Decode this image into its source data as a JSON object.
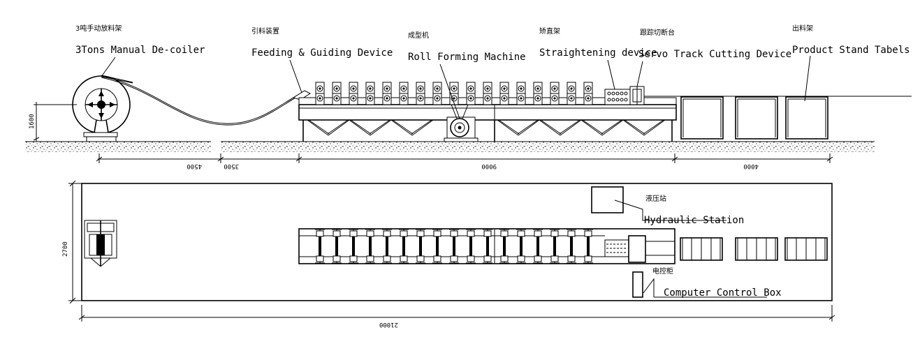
{
  "labels": {
    "decoiler_cn": "3吨手动放料架",
    "decoiler_en": "3Tons Manual De-coiler",
    "feeding_cn": "引料装置",
    "feeding_en": "Feeding & Guiding Device",
    "roll_cn": "成型机",
    "roll_en": "Roll Forming Machine",
    "straight_cn": "矫直架",
    "straight_en": "Straightening device",
    "servo_cn": "跟踪切断台",
    "servo_en": "Servo Track Cutting Device",
    "product_cn": "出料架",
    "product_en": "Product Stand Tabels",
    "hydraulic_cn": "液压站",
    "hydraulic_en": "Hydraulic Station",
    "control_cn": "电控柜",
    "control_en": "Computer Control Box"
  },
  "dimensions": {
    "height_1600": "1600",
    "d_4500": "4500",
    "d_3500": "3500",
    "d_9000": "9000",
    "d_4000": "4000",
    "width_2700": "2700",
    "total_21000": "21000"
  }
}
